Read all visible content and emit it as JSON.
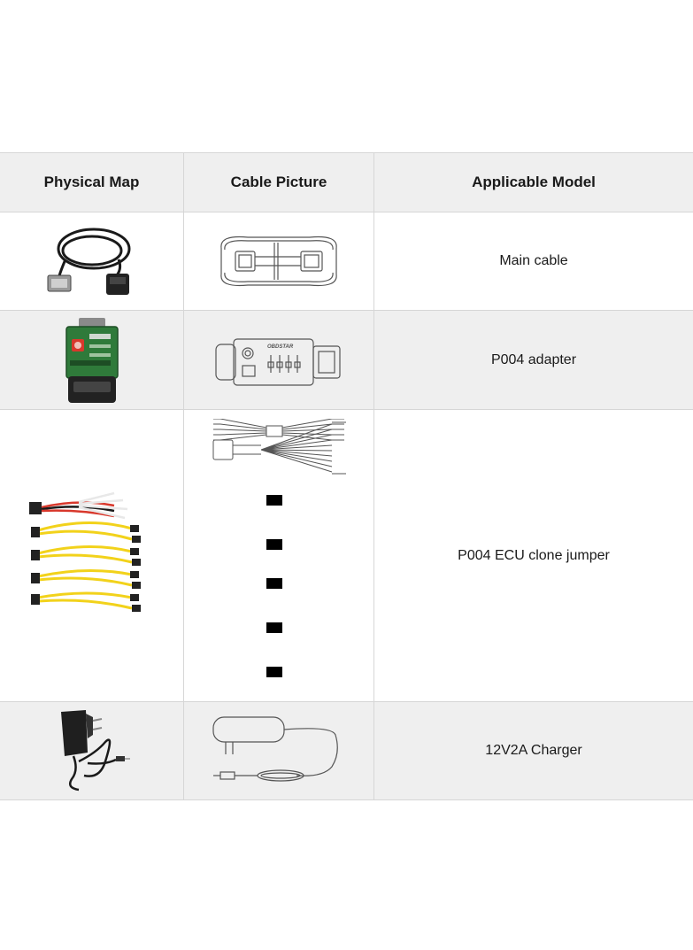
{
  "table": {
    "headers": [
      "Physical Map",
      "Cable Picture",
      "Applicable Model"
    ],
    "rows": [
      {
        "model": "Main cable",
        "photo_icon": "cable-photo-icon",
        "drawing_icon": "cable-drawing-icon"
      },
      {
        "model": "P004 adapter",
        "photo_icon": "adapter-photo-icon",
        "drawing_icon": "adapter-drawing-icon",
        "drawing_text": "OBDSTAR"
      },
      {
        "model": "P004 ECU clone jumper",
        "photo_icon": "jumper-photo-icon",
        "drawing_icon": "jumper-drawing-icon"
      },
      {
        "model": "12V2A Charger",
        "photo_icon": "charger-photo-icon",
        "drawing_icon": "charger-drawing-icon"
      }
    ]
  },
  "colors": {
    "header_bg": "#efefef",
    "border": "#d6d6d6",
    "board_green": "#2f7a3a",
    "jumper_yellow": "#f2d21b",
    "jumper_red": "#d8382c"
  }
}
